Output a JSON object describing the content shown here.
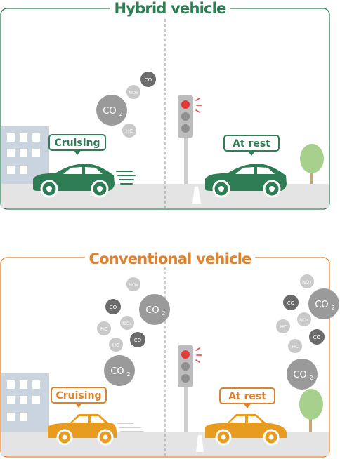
{
  "hybrid": {
    "title": "Hybrid vehicle",
    "cruising_label": "Cruising",
    "rest_label": "At rest",
    "color": "#2e7d55",
    "emissions": [
      "CO",
      "NOx",
      "CO2",
      "HC"
    ]
  },
  "conventional": {
    "title": "Conventional vehicle",
    "cruising_label": "Cruising",
    "rest_label": "At rest",
    "color": "#e0812b",
    "emissions_cruising": [
      "NOx",
      "CO",
      "CO2",
      "NOx",
      "HC",
      "HC",
      "CO",
      "CO2"
    ],
    "emissions_rest": [
      "NOx",
      "CO",
      "CO2",
      "NOx",
      "HC",
      "CO",
      "HC",
      "CO2"
    ]
  },
  "colors": {
    "emission_dark": "#6b6b6b",
    "emission_mid": "#9a9a9a",
    "emission_light": "#c9c9c9",
    "ground": "#e4e4e4",
    "building": "#c9d4de",
    "tree": "#a8d08d"
  },
  "icons": [
    "car-icon",
    "traffic-light-icon",
    "building-icon",
    "tree-icon",
    "emission-bubble-icon",
    "speed-lines-icon"
  ]
}
